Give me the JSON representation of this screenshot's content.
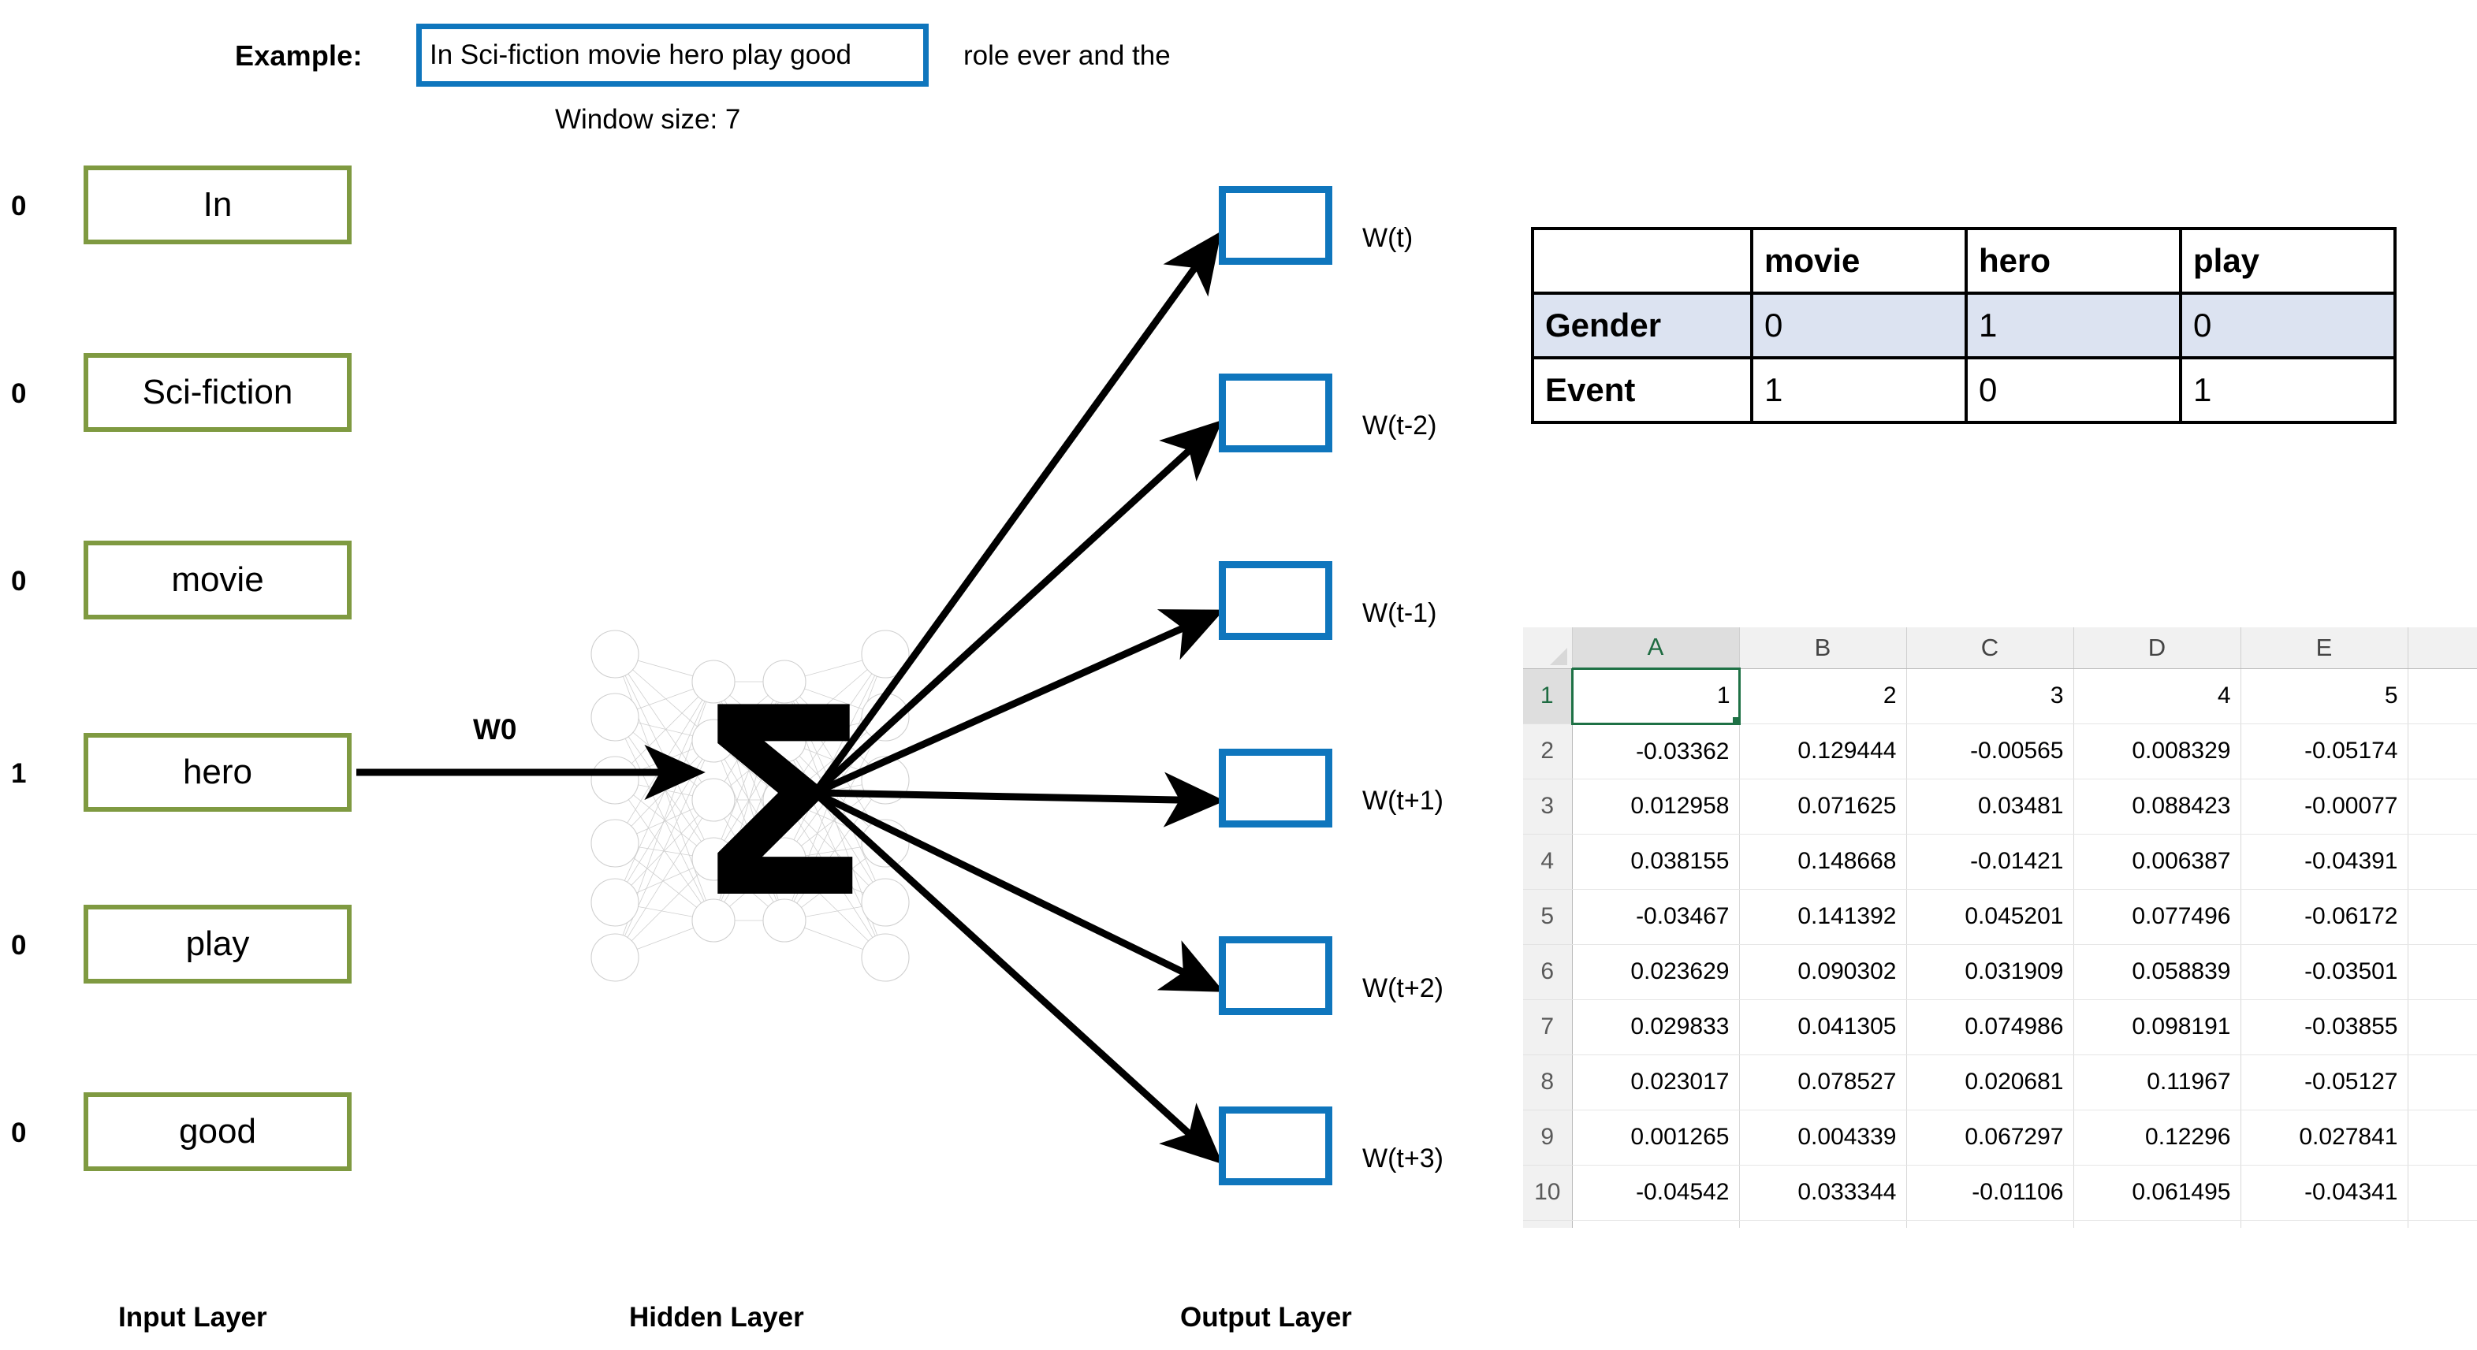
{
  "example": {
    "label": "Example:",
    "boxed_phrase": "In Sci-fiction movie hero play good",
    "tail_text": "role ever and the",
    "window_size_text": "Window size: 7"
  },
  "input_layer": {
    "caption": "Input Layer",
    "items": [
      {
        "flag": "0",
        "word": "In"
      },
      {
        "flag": "0",
        "word": "Sci-fiction"
      },
      {
        "flag": "0",
        "word": "movie"
      },
      {
        "flag": "1",
        "word": "hero"
      },
      {
        "flag": "0",
        "word": "play"
      },
      {
        "flag": "0",
        "word": "good"
      }
    ]
  },
  "hidden_layer": {
    "caption": "Hidden Layer",
    "sigma_glyph": "Σ",
    "weight_label": "W0"
  },
  "output_layer": {
    "caption": "Output Layer",
    "items": [
      {
        "label": "W(t)"
      },
      {
        "label": "W(t-2)"
      },
      {
        "label": "W(t-1)"
      },
      {
        "label": "W(t+1)"
      },
      {
        "label": "W(t+2)"
      },
      {
        "label": "W(t+3)"
      }
    ]
  },
  "feature_table": {
    "corner": "",
    "columns": [
      "movie",
      "hero",
      "play"
    ],
    "rows": [
      {
        "name": "Gender",
        "values": [
          "0",
          "1",
          "0"
        ],
        "highlighted": true
      },
      {
        "name": "Event",
        "values": [
          "1",
          "0",
          "1"
        ],
        "highlighted": false
      }
    ]
  },
  "spreadsheet": {
    "column_headers": [
      "A",
      "B",
      "C",
      "D",
      "E"
    ],
    "selected_column": "A",
    "selected_cell": "A1",
    "row_headers": [
      "1",
      "2",
      "3",
      "4",
      "5",
      "6",
      "7",
      "8",
      "9",
      "10"
    ],
    "rows": [
      [
        "1",
        "2",
        "3",
        "4",
        "5"
      ],
      [
        "-0.03362",
        "0.129444",
        "-0.00565",
        "0.008329",
        "-0.05174"
      ],
      [
        "0.012958",
        "0.071625",
        "0.03481",
        "0.088423",
        "-0.00077"
      ],
      [
        "0.038155",
        "0.148668",
        "-0.01421",
        "0.006387",
        "-0.04391"
      ],
      [
        "-0.03467",
        "0.141392",
        "0.045201",
        "0.077496",
        "-0.06172"
      ],
      [
        "0.023629",
        "0.090302",
        "0.031909",
        "0.058839",
        "-0.03501"
      ],
      [
        "0.029833",
        "0.041305",
        "0.074986",
        "0.098191",
        "-0.03855"
      ],
      [
        "0.023017",
        "0.078527",
        "0.020681",
        "0.11967",
        "-0.05127"
      ],
      [
        "0.001265",
        "0.004339",
        "0.067297",
        "0.12296",
        "0.027841"
      ],
      [
        "-0.04542",
        "0.033344",
        "-0.01106",
        "0.061495",
        "-0.04341"
      ]
    ]
  },
  "colors": {
    "input_box_border": "#7f9a41",
    "output_box_border": "#0f76bd",
    "example_box_border": "#0f76bd",
    "table_highlight": "#dce3f1",
    "spreadsheet_selection": "#1e7145"
  }
}
